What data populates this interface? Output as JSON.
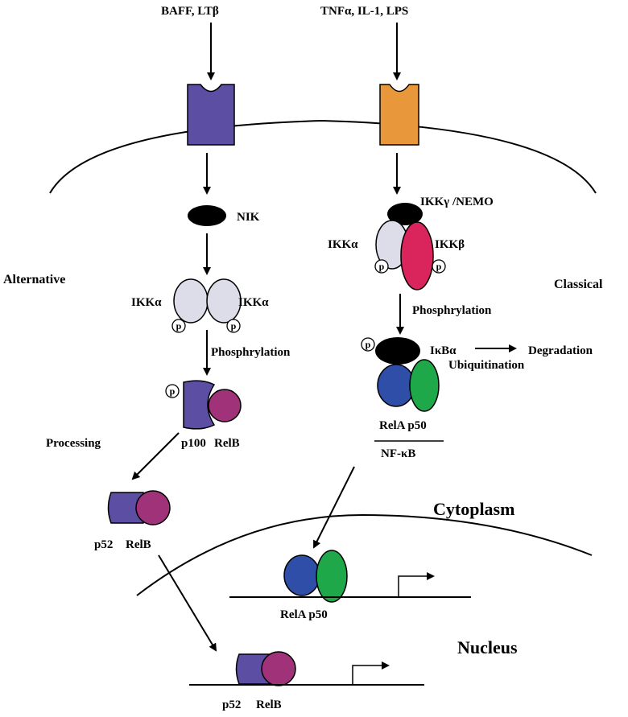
{
  "colors": {
    "receptor_alt": "#5b4ea3",
    "receptor_classic": "#e8973a",
    "ikk_alpha": "#dcdde8",
    "ikk_beta": "#d9245c",
    "rela": "#2f4ea8",
    "p50": "#1fa84a",
    "relb": "#a0327a",
    "p100": "#5b4ea3",
    "black_protein": "#000000"
  },
  "ligands": {
    "alternative": "BAFF, LTβ",
    "classical": "TNFα, IL-1, LPS"
  },
  "pathways": {
    "alternative": "Alternative",
    "classical": "Classical"
  },
  "alt": {
    "nik": "NIK",
    "ikka_left": "IKKα",
    "ikka_right": "IKKα",
    "phosphorylation": "Phosphrylation",
    "p100": "p100",
    "relb": "RelB",
    "processing": "Processing",
    "p52_cyto": "p52",
    "relb_cyto": "RelB",
    "p52_nuc": "p52",
    "relb_nuc": "RelB"
  },
  "classic": {
    "nemo": "IKKγ /NEMO",
    "ikka": "IKKα",
    "ikkb": "IKKβ",
    "phosphorylation": "Phosphrylation",
    "ikba": "IκBα",
    "ubiquitination": "Ubiquitination",
    "degradation": "Degradation",
    "rela_p50": "RelA  p50",
    "nfkb": "NF-κB",
    "nuc_rela_p50": "RelA  p50"
  },
  "phospho": "p",
  "compartments": {
    "cytoplasm": "Cytoplasm",
    "nucleus": "Nucleus"
  }
}
